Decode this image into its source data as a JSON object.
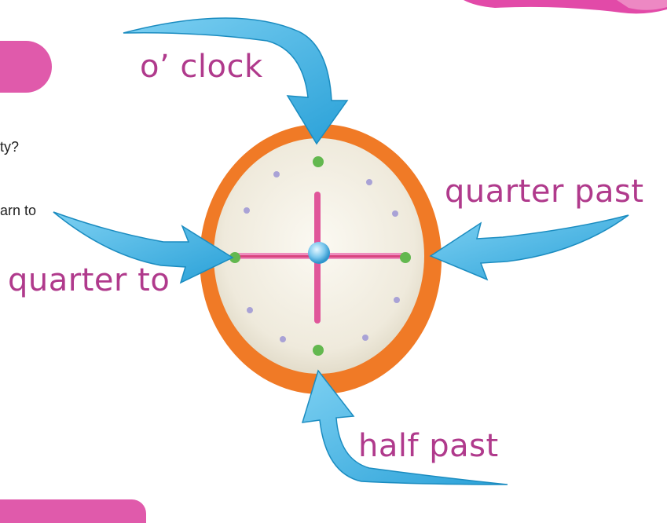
{
  "page": {
    "side_text": [
      "ty?",
      "arn to"
    ]
  },
  "labels": {
    "oclock": "o’ clock",
    "quarter_past": "quarter past",
    "quarter_to": "quarter to",
    "half_past": "half past"
  },
  "colors": {
    "label": "#b03a8c",
    "rim": "#f07a26",
    "face": "#f2eee2",
    "arrow": "#3fb0e0",
    "arrow_dark": "#1b8cc0",
    "hand": "#e0569a",
    "accent_tab": "#e05aab",
    "dot_green": "#63b84f",
    "dot_lilac": "#a9a2d6"
  }
}
